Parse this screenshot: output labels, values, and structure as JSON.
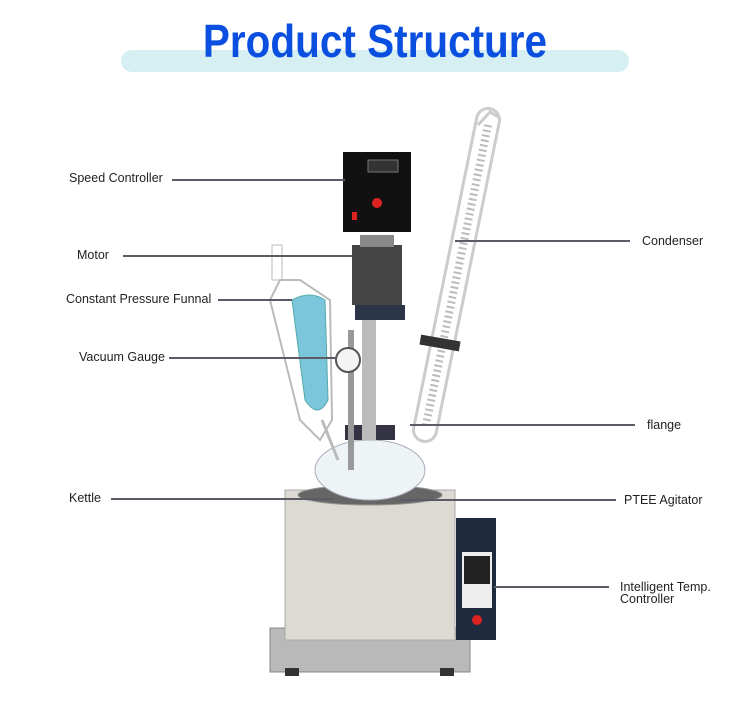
{
  "title": "Product Structure",
  "accent_color": "#0a4fe0",
  "title_bar_color": "#d5eff2",
  "labels": {
    "speed_controller": "Speed Controller",
    "motor": "Motor",
    "funnel": "Constant Pressure Funnal",
    "vacuum_gauge": "Vacuum Gauge",
    "kettle": "Kettle",
    "condenser": "Condenser",
    "flange": "flange",
    "agitator": "PTEE Agitator",
    "temp_controller_line1": "Intelligent Temp.",
    "temp_controller_line2": "Controller"
  }
}
